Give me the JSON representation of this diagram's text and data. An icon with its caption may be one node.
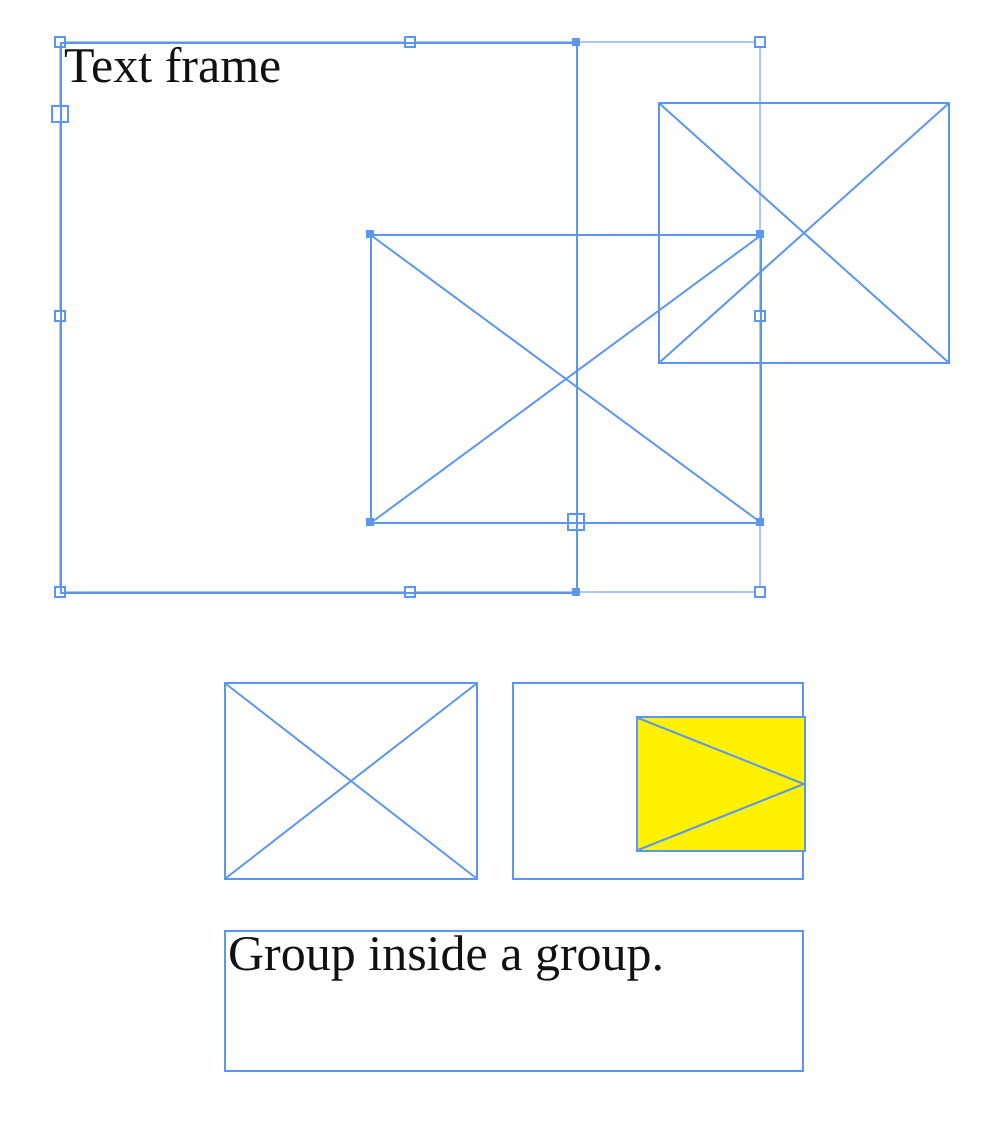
{
  "diagram": {
    "nodes": [
      {
        "text": [
          "Text frame"
        ]
      },
      {
        "text": [],
        "shape": "box"
      },
      {
        "text": [],
        "shape": "box"
      },
      {
        "text": [],
        "shape": "box"
      },
      {
        "text": [],
        "shape": "box"
      },
      {
        "text": [],
        "shape": "box",
        "in": 4
      },
      {
        "text": [
          "Group inside a group."
        ]
      }
    ]
  }
}
